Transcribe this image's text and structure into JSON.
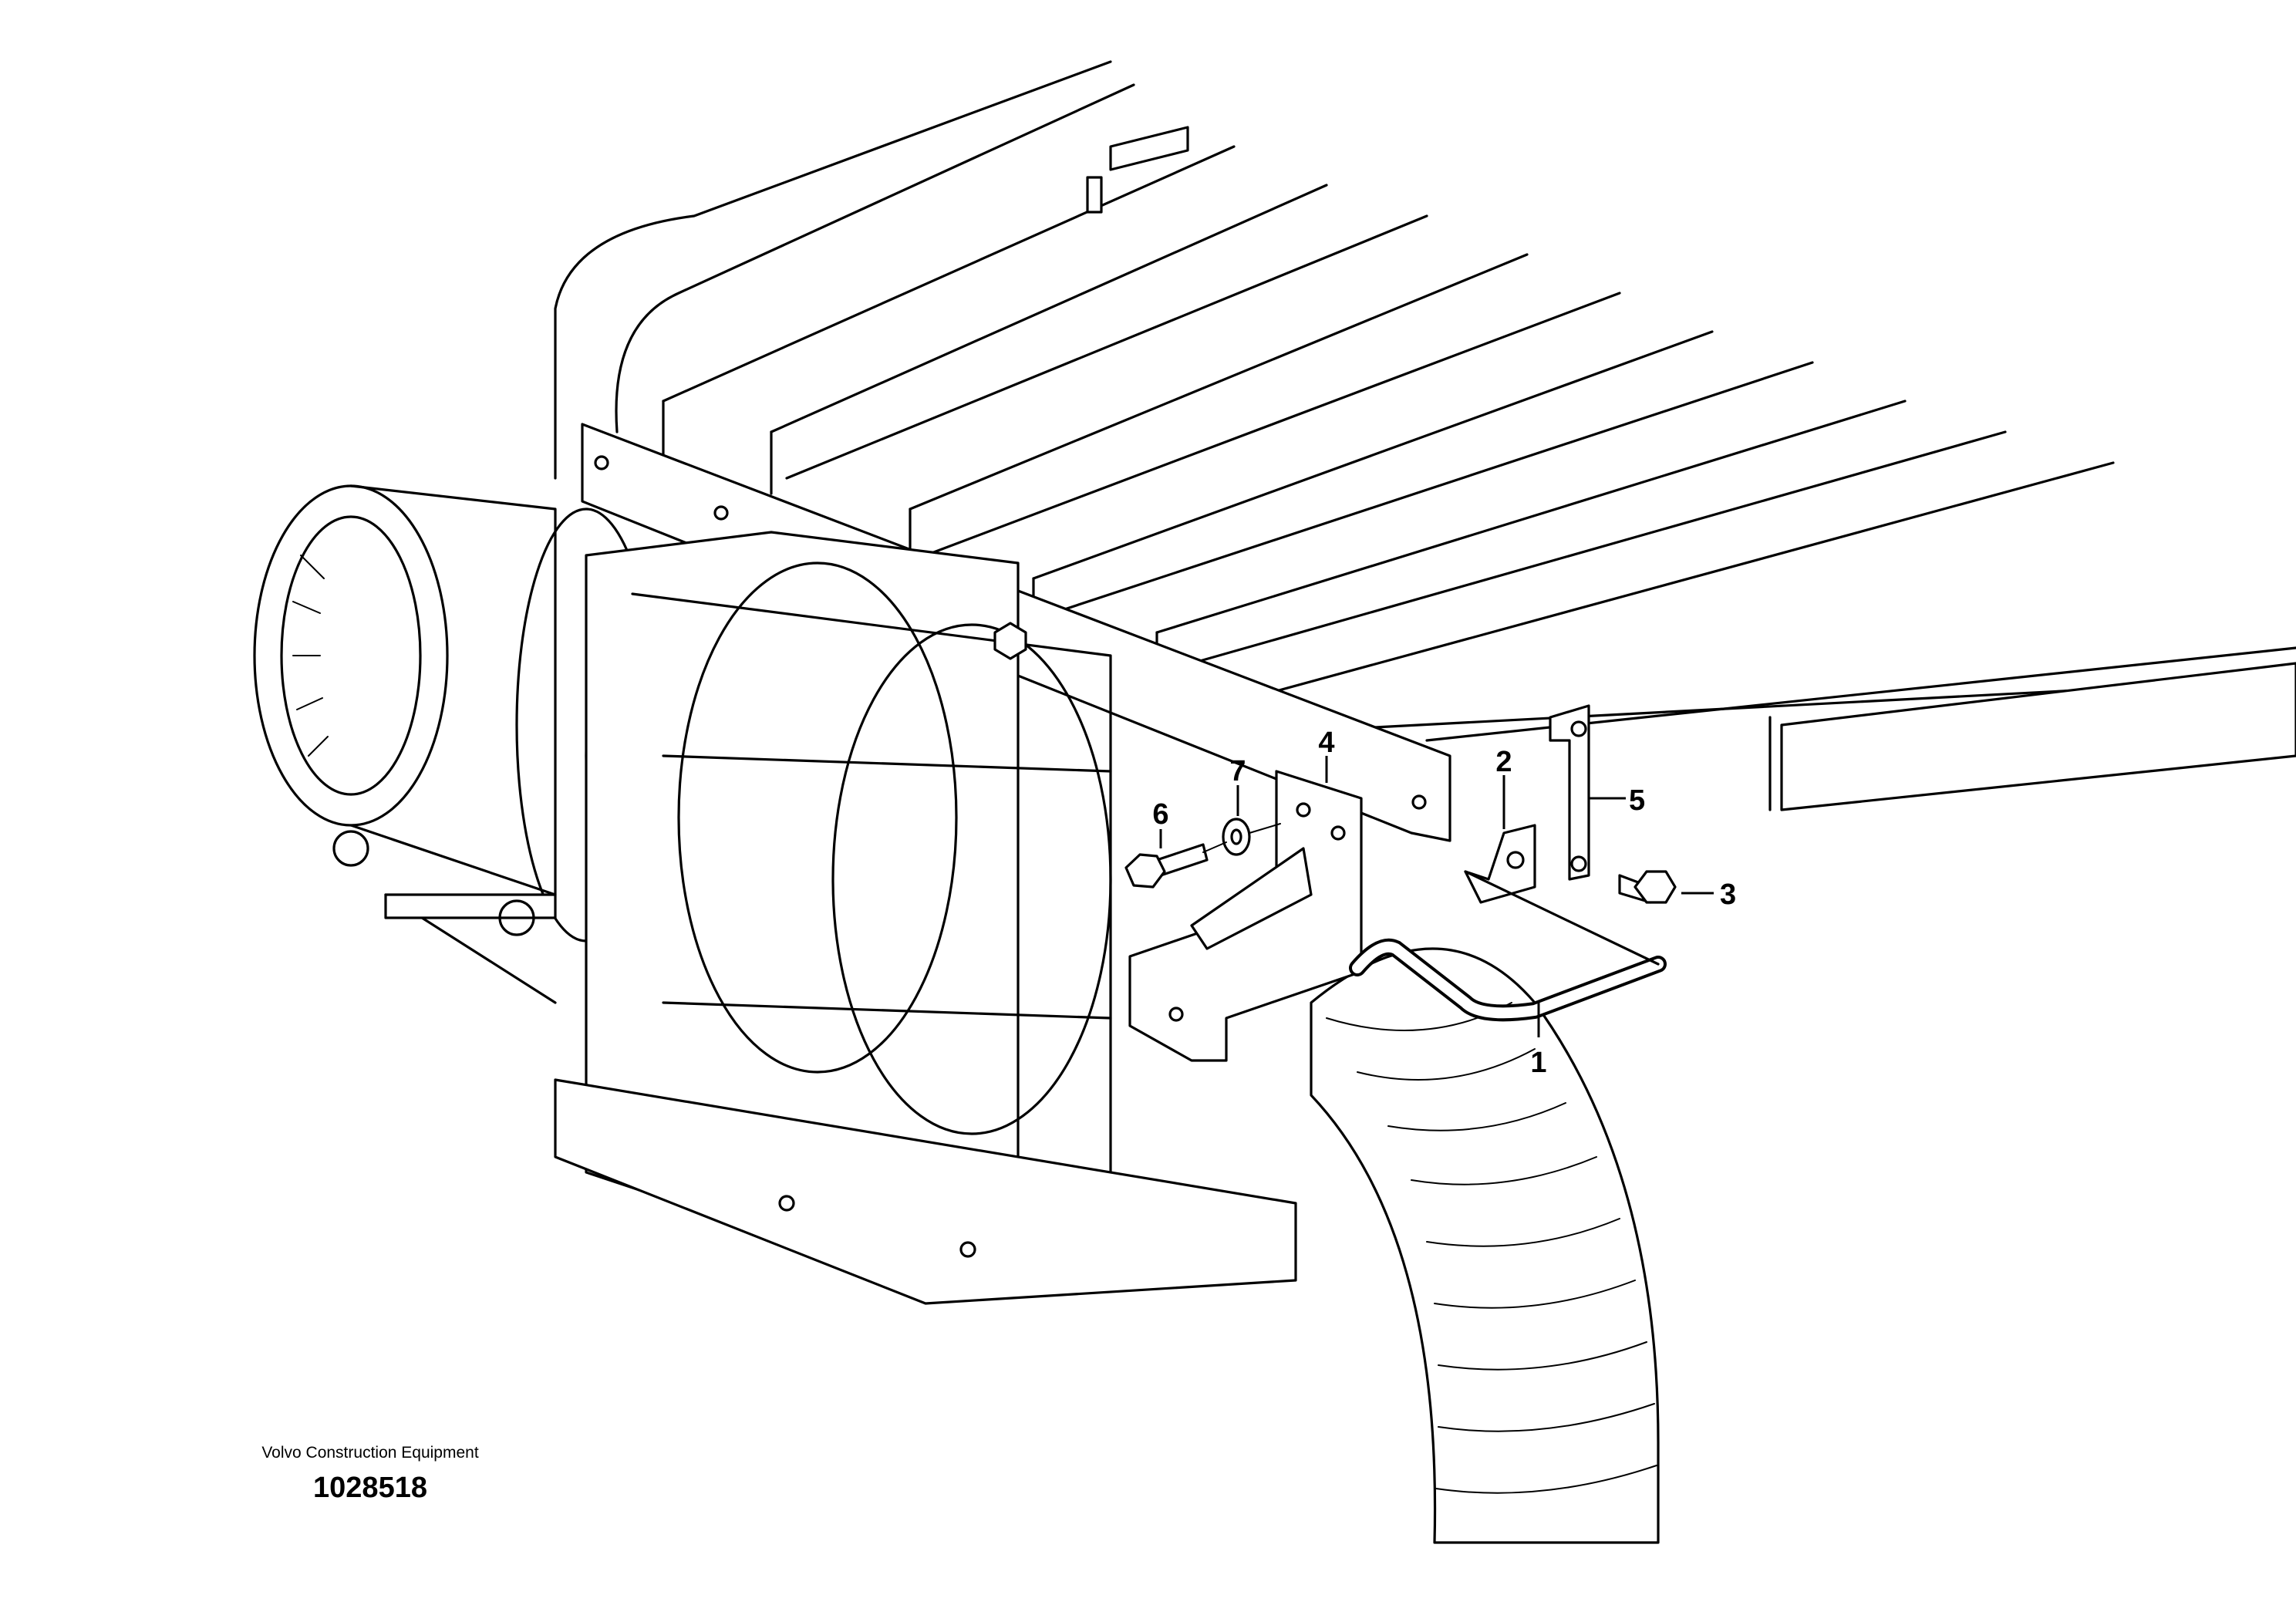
{
  "callouts": [
    {
      "number": "1",
      "part": "hose"
    },
    {
      "number": "2",
      "part": "clip"
    },
    {
      "number": "3",
      "part": "flange-screw"
    },
    {
      "number": "4",
      "part": "bracket"
    },
    {
      "number": "5",
      "part": "strap"
    },
    {
      "number": "6",
      "part": "screw"
    },
    {
      "number": "7",
      "part": "washer"
    }
  ],
  "footer": {
    "brand": "Volvo Construction Equipment",
    "drawing_number": "1028518"
  }
}
